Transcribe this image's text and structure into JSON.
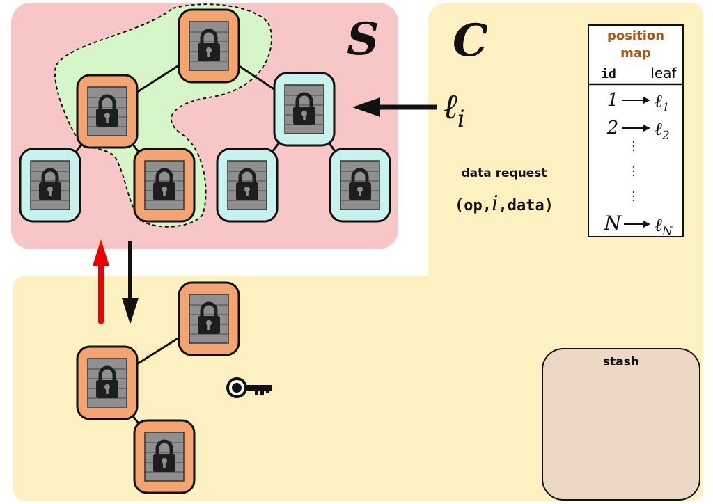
{
  "labels": {
    "server_symbol": "S",
    "client_symbol": "C",
    "leaf_arrow_symbol": "ℓ",
    "leaf_arrow_subscript": "i",
    "data_request_title": "data request",
    "data_request_open": "(op,",
    "data_request_i": "i",
    "data_request_close": ",data)",
    "stash_title": "stash"
  },
  "position_map": {
    "title_line1": "position",
    "title_line2": "map",
    "col_id": "id",
    "col_leaf": "leaf",
    "rows": [
      {
        "id": "1",
        "leaf": "ℓ",
        "sub": "1"
      },
      {
        "id": "2",
        "leaf": "ℓ",
        "sub": "2"
      },
      {
        "id": "N",
        "leaf": "ℓ",
        "sub": "N"
      }
    ]
  },
  "colors": {
    "server_bg": "#f7c6c6",
    "client_bg": "#fdf1c1",
    "path_highlight": "#d6f5c9",
    "node_path": "#f4a470",
    "node_other": "#c8f2ee",
    "lock_body": "#8f8f8f",
    "lock": "#222222",
    "upload_arrow": "#ee0000",
    "position_map_title": "#a65a10",
    "stash_fill": "#ecd8c4"
  },
  "icons": {
    "node": "lock-icon",
    "client_key": "key-icon"
  }
}
